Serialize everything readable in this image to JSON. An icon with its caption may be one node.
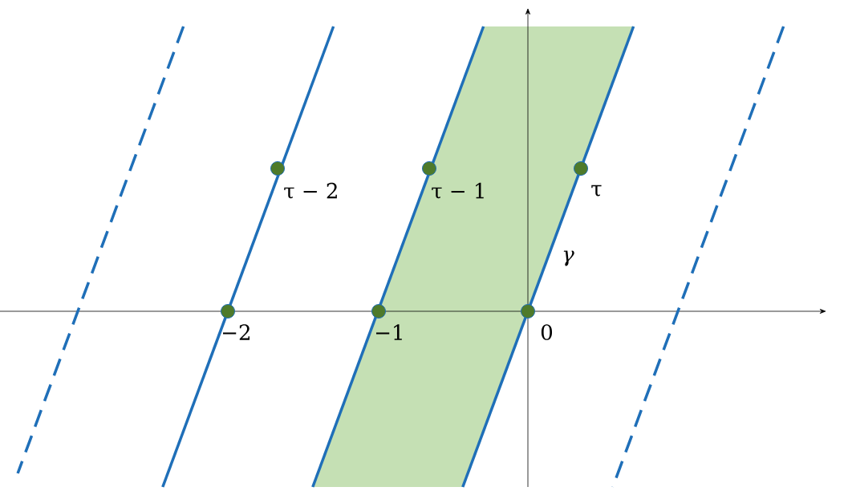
{
  "diagram": {
    "nodes": [
      {
        "text": [],
        "shape": "circle",
        "beside": [
          "τ − 2"
        ]
      },
      {
        "text": [],
        "shape": "circle",
        "beside": [
          "τ − 1"
        ]
      },
      {
        "text": [],
        "shape": "circle",
        "beside": [
          "τ"
        ]
      },
      {
        "text": [],
        "shape": "circle",
        "beside": [
          "−2"
        ]
      },
      {
        "text": [],
        "shape": "circle",
        "beside": [
          "−1"
        ]
      },
      {
        "text": [],
        "shape": "circle",
        "beside": [
          "0"
        ]
      }
    ],
    "labels": [
      "γ"
    ]
  }
}
